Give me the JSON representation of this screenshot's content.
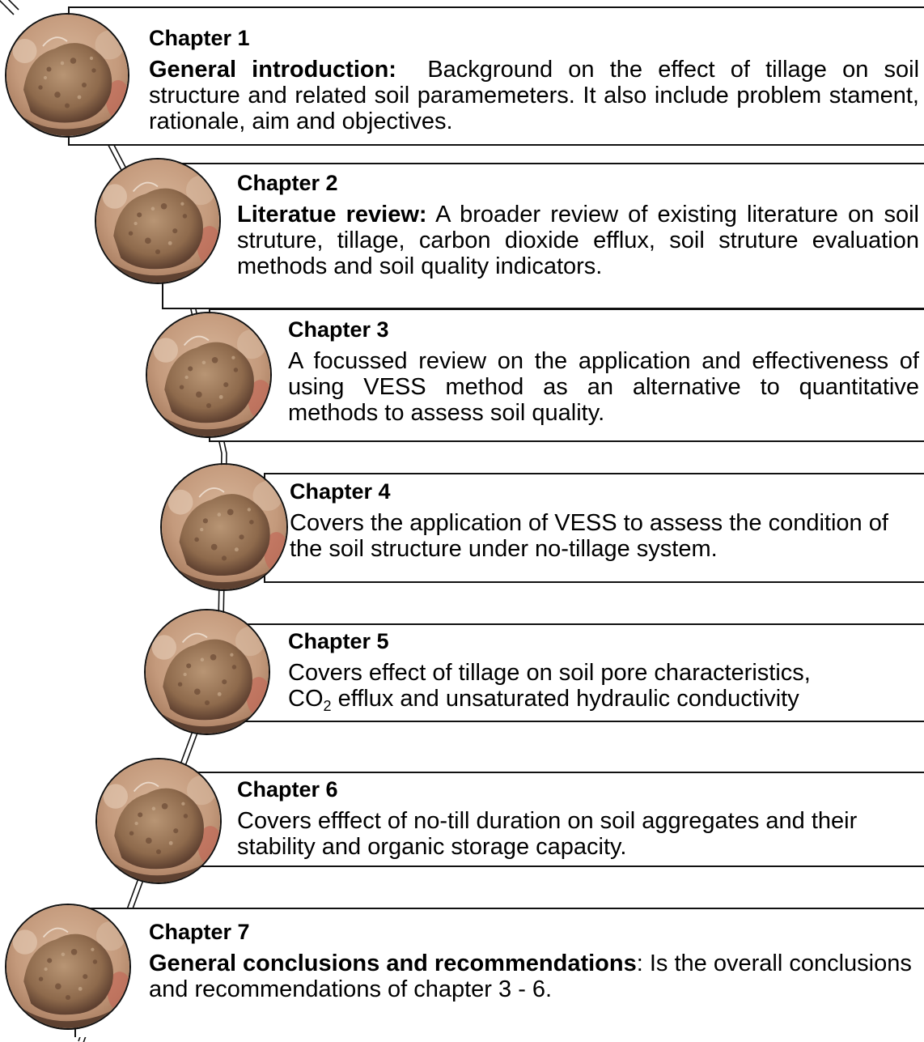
{
  "chapters": [
    {
      "title": "Chapter 1",
      "lead": "General introduction:",
      "lead_sep": "  ",
      "body": "Background on the effect of tillage on soil structure and related soil paramemeters. It also include problem stament, rationale, aim and objectives."
    },
    {
      "title": "Chapter 2",
      "lead": "Literatue review:",
      "lead_sep": " ",
      "body": "A broader review of existing literature on soil struture, tillage, carbon dioxide efflux, soil struture evaluation methods and soil quality indicators."
    },
    {
      "title": "Chapter 3",
      "body": "A focussed review on the application and effectiveness of using VESS method as an alternative to quantitative methods to assess soil quality."
    },
    {
      "title": "Chapter 4",
      "body": "Covers the application of VESS to assess the condition of the soil structure under no-tillage system."
    },
    {
      "title": "Chapter 5",
      "body_part1": "Covers effect of tillage on soil pore characteristics,",
      "body_co": "CO",
      "body_sub": "2",
      "body_part2": " efflux and unsaturated hydraulic conductivity"
    },
    {
      "title": "Chapter 6",
      "body": "Covers efffect of no-till duration on soil aggregates and their stability and organic storage capacity."
    },
    {
      "title": "Chapter 7",
      "lead": "General conclusions and recommendations",
      "lead_sep": ": ",
      "body": "Is the overall conclusions and recommendations of chapter 3 - 6."
    }
  ],
  "colors": {
    "border": "#111111",
    "soil_light": "#b08a68",
    "soil_dark": "#6e4c33",
    "background_blur": "#c79f82"
  }
}
